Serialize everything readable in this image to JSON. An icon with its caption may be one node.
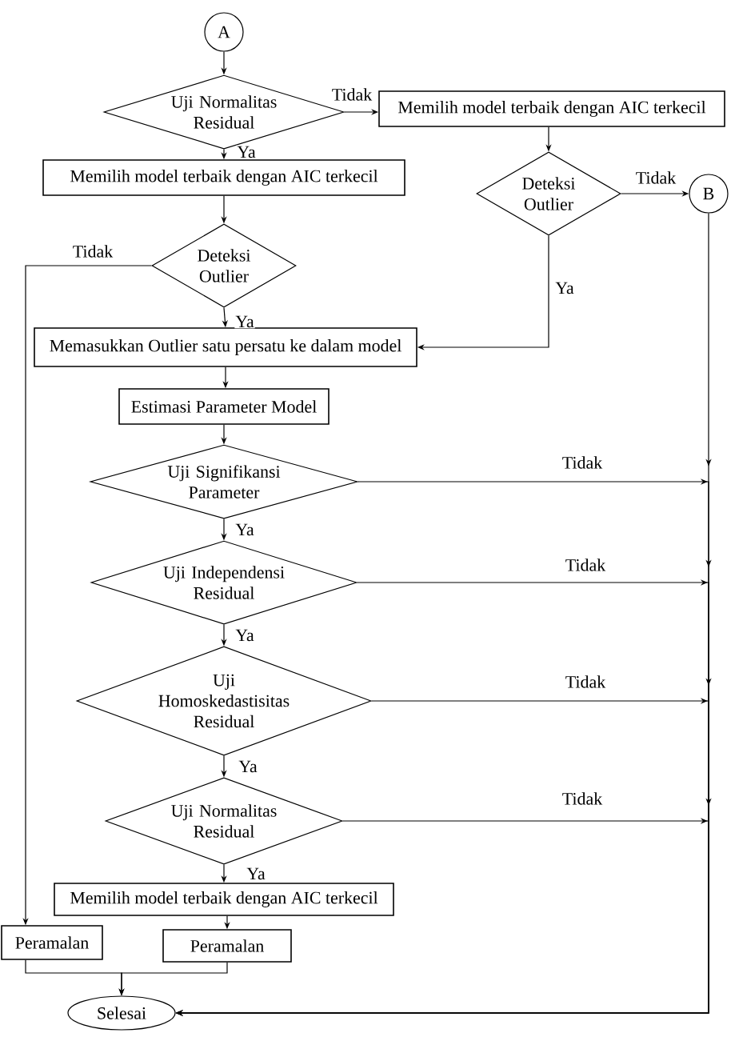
{
  "diagram": {
    "nodes": [
      {
        "text": [
          "A"
        ]
      },
      {
        "text": [
          "Uji Normalitas Residual"
        ]
      },
      {
        "text": [
          "Memilih model terbaik dengan AIC terkecil"
        ]
      },
      {
        "text": [
          "Memilih model terbaik dengan AIC terkecil"
        ]
      },
      {
        "text": [
          "Deteksi Outlier"
        ]
      },
      {
        "text": [
          "B"
        ]
      },
      {
        "text": [
          "Deteksi Outlier"
        ]
      },
      {
        "text": [
          "Memasukkan Outlier satu persatu ke dalam model"
        ]
      },
      {
        "text": [
          "Estimasi Parameter Model"
        ]
      },
      {
        "text": [
          "Uji Signifikansi Parameter"
        ]
      },
      {
        "text": [
          "Uji Independensi Residual"
        ]
      },
      {
        "text": [
          "Uji Homoskedastisitas Residual"
        ]
      },
      {
        "text": [
          "Uji Normalitas Residual"
        ]
      },
      {
        "text": [
          "Memilih model terbaik dengan AIC terkecil"
        ]
      },
      {
        "text": [
          "Peramalan"
        ]
      },
      {
        "text": [
          "Peramalan"
        ]
      },
      {
        "text": [
          "Selesai"
        ]
      }
    ],
    "edges": [
      {
        "from": 0,
        "to": 1,
        "arrow": "to"
      },
      {
        "from": 1,
        "to": 2,
        "arrow": "to",
        "label": "Tidak"
      },
      {
        "from": 1,
        "to": 3,
        "arrow": "to",
        "label": "Ya"
      },
      {
        "from": 2,
        "to": 4,
        "arrow": "to"
      },
      {
        "from": 4,
        "to": 5,
        "arrow": "to",
        "label": "Tidak"
      },
      {
        "from": 4,
        "to": 7,
        "arrow": "to",
        "label": "Ya"
      },
      {
        "from": 3,
        "to": 6,
        "arrow": "to"
      },
      {
        "from": 6,
        "to": 7,
        "arrow": "to",
        "label": "Ya"
      },
      {
        "from": 6,
        "to": 14,
        "arrow": "to",
        "label": "Tidak"
      },
      {
        "from": 7,
        "to": 8,
        "arrow": "to"
      },
      {
        "from": 8,
        "to": 9,
        "arrow": "to"
      },
      {
        "from": 9,
        "to": 10,
        "arrow": "to",
        "label": "Ya"
      },
      {
        "from": 10,
        "to": 11,
        "arrow": "to",
        "label": "Ya"
      },
      {
        "from": 11,
        "to": 12,
        "arrow": "to",
        "label": "Ya"
      },
      {
        "from": 12,
        "to": 13,
        "arrow": "to",
        "label": "Ya"
      },
      {
        "from": 13,
        "to": 15,
        "arrow": "to"
      },
      {
        "from": 9,
        "to": 16,
        "arrow": "to",
        "label": "Tidak"
      },
      {
        "from": 10,
        "to": 16,
        "arrow": "to",
        "label": "Tidak"
      },
      {
        "from": 11,
        "to": 16,
        "arrow": "to",
        "label": "Tidak"
      },
      {
        "from": 12,
        "to": 16,
        "arrow": "to",
        "label": "Tidak"
      },
      {
        "from": 5,
        "to": 16,
        "arrow": "to"
      },
      {
        "from": 14,
        "to": 16,
        "arrow": "to"
      },
      {
        "from": 15,
        "to": 16,
        "arrow": "to"
      }
    ]
  }
}
